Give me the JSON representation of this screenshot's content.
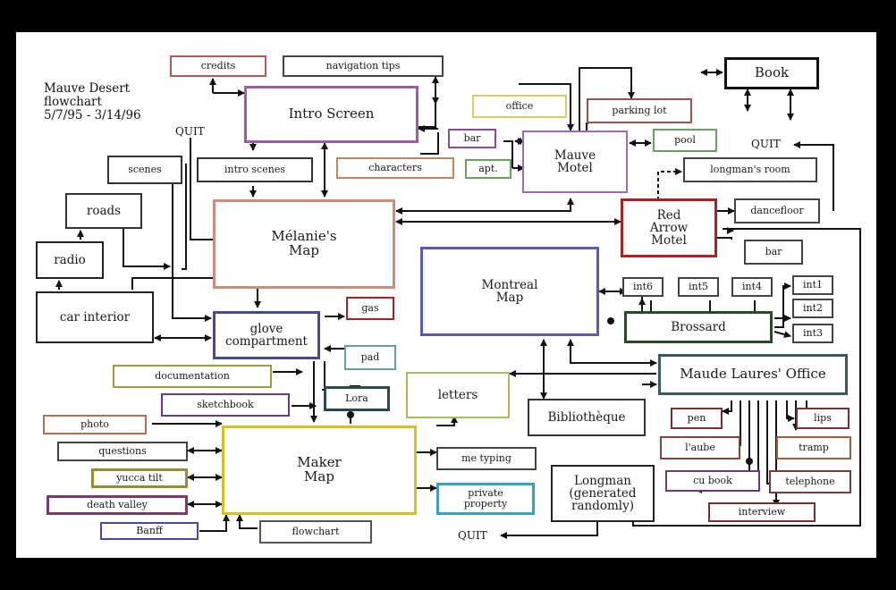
{
  "title": {
    "line1": "Mauve Desert",
    "line2": "flowchart",
    "line3": "5/7/95 - 3/14/96"
  },
  "labels": {
    "quit_left": "QUIT",
    "quit_right": "QUIT",
    "quit_bottom": "QUIT"
  },
  "nodes": {
    "credits": "credits",
    "navigation_tips": "navigation tips",
    "intro_screen": "Intro Screen",
    "intro_scenes": "intro scenes",
    "characters": "characters",
    "scenes": "scenes",
    "roads": "roads",
    "radio": "radio",
    "car_interior": "car interior",
    "melanies_map": "Mélanie's\nMap",
    "office": "office",
    "parking_lot": "parking lot",
    "bar_top": "bar",
    "apt": "apt.",
    "mauve_motel": "Mauve\nMotel",
    "pool": "pool",
    "book": "Book",
    "longmans_room": "longman's room",
    "dancefloor": "dancefloor",
    "red_arrow_motel": "Red\nArrow\nMotel",
    "bar_right": "bar",
    "montreal_map": "Montreal\nMap",
    "int6": "int6",
    "int5": "int5",
    "int4": "int4",
    "int1": "int1",
    "int2": "int2",
    "int3": "int3",
    "brossard": "Brossard",
    "gas": "gas",
    "glove_compartment": "glove\ncompartment",
    "pad": "pad",
    "documentation": "documentation",
    "sketchbook": "sketchbook",
    "lora": "Lora",
    "letters": "letters",
    "bibliotheque": "Bibliothèque",
    "maude_laures_office": "Maude Laures' Office",
    "photo": "photo",
    "questions": "questions",
    "yucca_tilt": "yucca tilt",
    "death_valley": "death valley",
    "banff": "Banff",
    "maker_map": "Maker\nMap",
    "flowchart": "flowchart",
    "me_typing": "me typing",
    "private_property": "private\nproperty",
    "longman": "Longman\n(generated\nrandomly)",
    "pen": "pen",
    "laube": "l'aube",
    "lips": "lips",
    "tramp": "tramp",
    "cu_book": "cu book",
    "telephone": "telephone",
    "interview": "interview"
  },
  "colors": {
    "credits": "#b05a5a",
    "navigation_tips": "#444444",
    "intro_screen": "#a05bb0",
    "intro_scenes": "#333333",
    "characters": "#c08860",
    "scenes": "#333333",
    "roads": "#333333",
    "radio": "#222222",
    "car_interior": "#222222",
    "melanies_map": "#d08a7a",
    "office": "#d8d060",
    "parking_lot": "#9a5050",
    "bar_top": "#8a4a9a",
    "apt": "#6aa060",
    "mauve_motel": "#a06ab0",
    "pool": "#6aa060",
    "book": "#111111",
    "longmans_room": "#444444",
    "dancefloor": "#444444",
    "red_arrow_motel": "#b02020",
    "bar_right": "#444444",
    "montreal_map": "#5a5ab0",
    "int6": "#444444",
    "int5": "#444444",
    "int4": "#444444",
    "int1": "#444444",
    "int2": "#444444",
    "int3": "#444444",
    "brossard": "#2a4a2a",
    "gas": "#b02020",
    "glove_compartment": "#4a4a8a",
    "pad": "#6aa0a0",
    "documentation": "#a0a040",
    "sketchbook": "#6a3a7a",
    "lora": "#2a4a4a",
    "letters": "#a0c060",
    "bibliotheque": "#333333",
    "maude_laures_office": "#3a5a5a",
    "photo": "#b07050",
    "questions": "#444444",
    "yucca_tilt": "#909030",
    "death_valley": "#7a3a6a",
    "banff": "#4a4a9a",
    "maker_map": "#d8c020",
    "flowchart": "#555555",
    "me_typing": "#444444",
    "private_property": "#3aa0c0",
    "longman": "#222222",
    "pen": "#7a3030",
    "laube": "#8a4040",
    "lips": "#7a3030",
    "tramp": "#9a6040",
    "cu_book": "#6a3a7a",
    "telephone": "#7a3a3a",
    "interview": "#7a3030"
  }
}
